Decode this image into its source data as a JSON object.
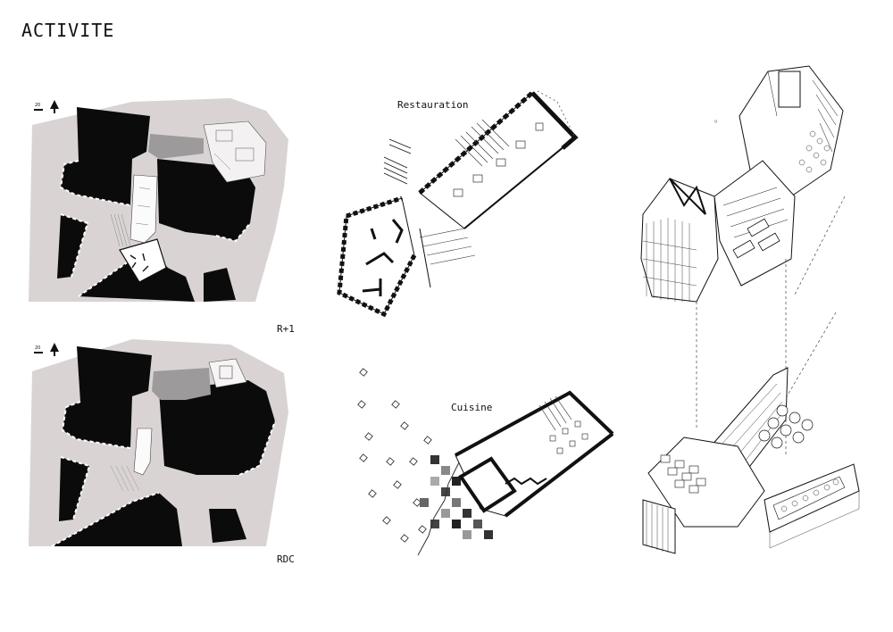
{
  "page": {
    "title": "ACTIVITE"
  },
  "plans": {
    "upper_level_label": "R+1",
    "ground_level_label": "RDC"
  },
  "drawings": {
    "upper_label": "Restauration",
    "lower_label": "Cuisine"
  },
  "icons": {
    "scale": "scale-bar-icon",
    "north": "north-arrow-icon"
  }
}
